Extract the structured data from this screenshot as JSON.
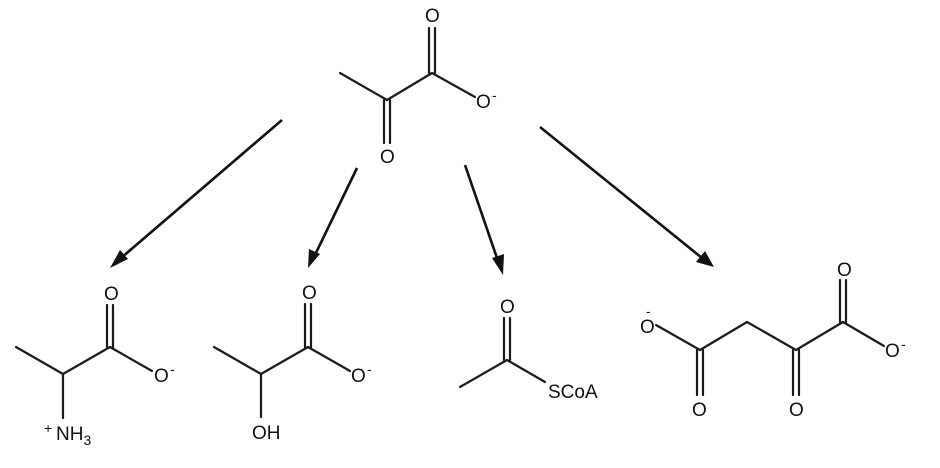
{
  "pyruvate": {
    "o_top": "O",
    "o_right": "O",
    "o_right_charge": "-",
    "o_bottom": "O"
  },
  "alanine": {
    "o_top": "O",
    "o_right": "O",
    "o_right_charge": "-",
    "n_charge": "+",
    "n_label": "NH",
    "n_sub": "3"
  },
  "lactate": {
    "o_top": "O",
    "o_right": "O",
    "o_right_charge": "-",
    "oh_label": "OH"
  },
  "acetyl_coa": {
    "o_top": "O",
    "s_label": "SCoA"
  },
  "oxaloacetate": {
    "o_left_charge": "-",
    "o_left": "O",
    "o_bottom_left": "O",
    "o_bottom_mid": "O",
    "o_top_right": "O",
    "o_right": "O",
    "o_right_charge": "-"
  }
}
